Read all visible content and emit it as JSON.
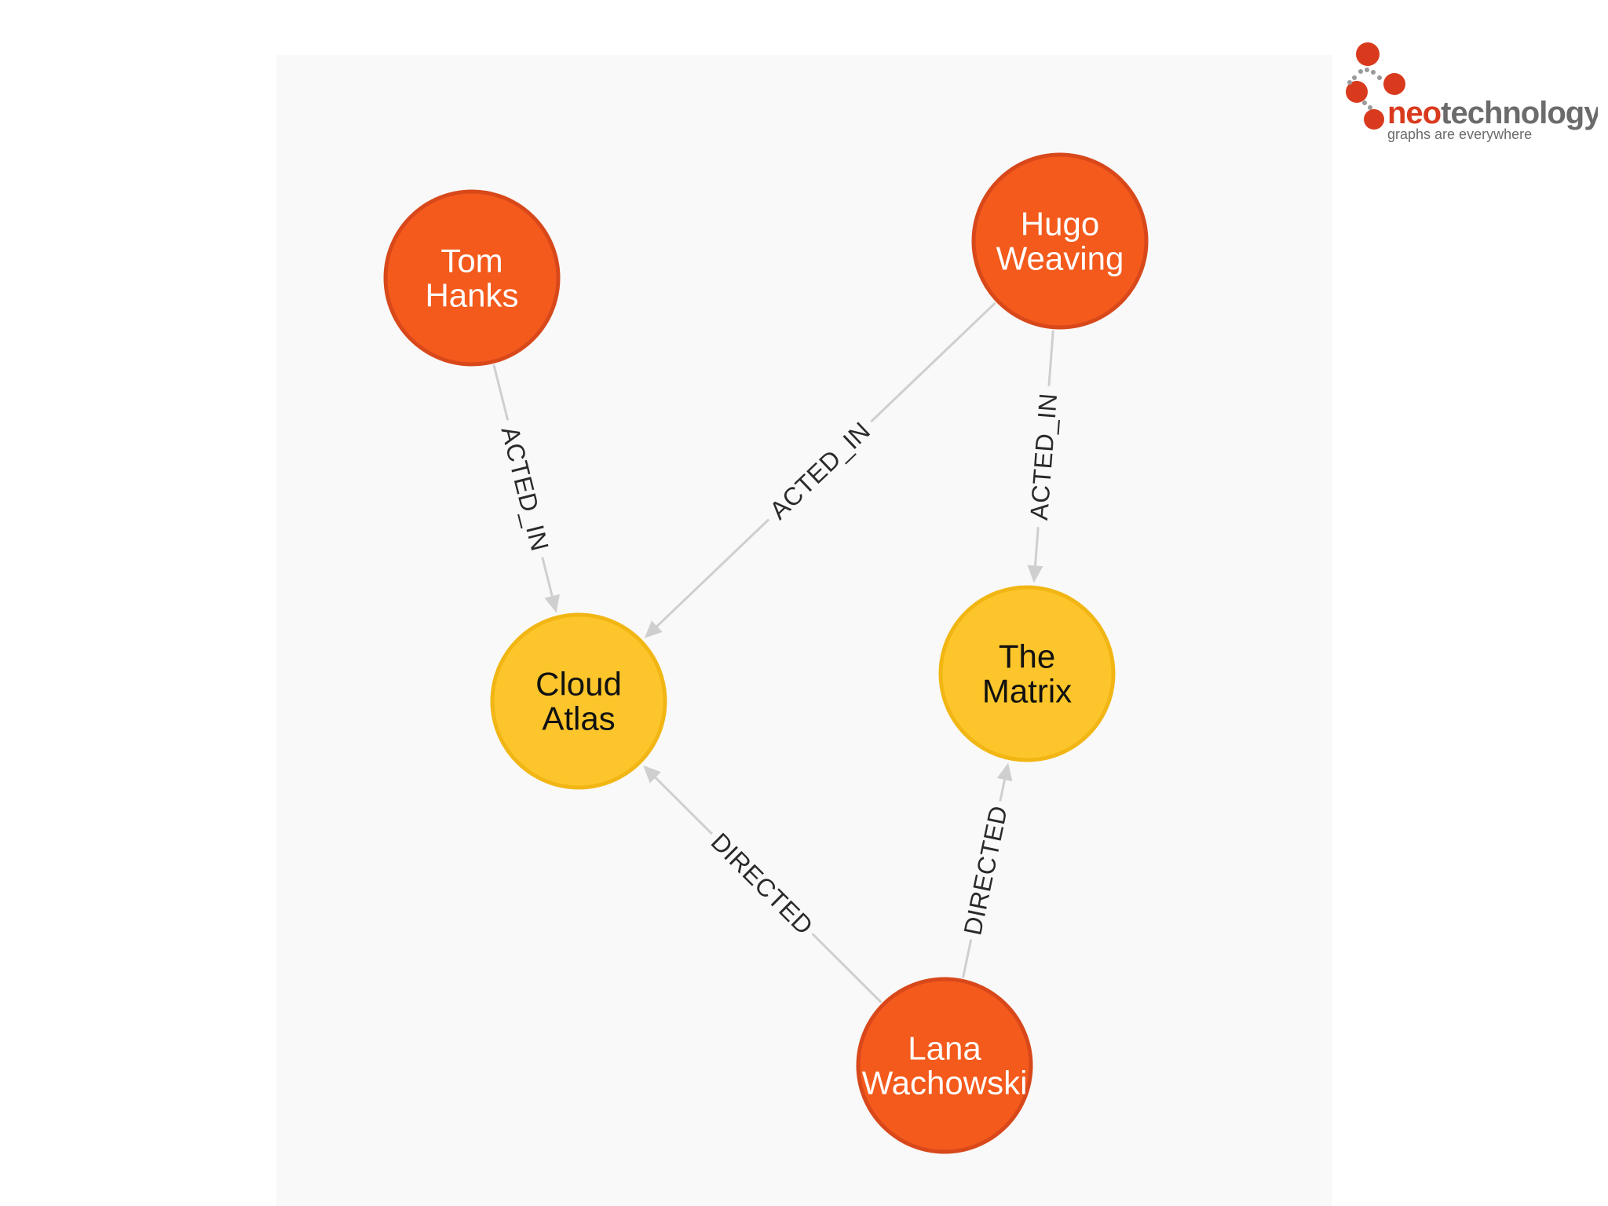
{
  "colors": {
    "canvas": "#f9f9f9",
    "person_fill": "#f35a1c",
    "person_stroke": "#d8481a",
    "person_text": "#ffffff",
    "movie_fill": "#fcc52b",
    "movie_stroke": "#f2b614",
    "movie_text": "#111111",
    "edge": "#cfcfcf",
    "logo_red": "#d93a1e",
    "logo_gray": "#6b6b6b"
  },
  "logo": {
    "word_red": "neo",
    "word_gray": "technology",
    "tagline": "graphs are everywhere"
  },
  "nodes": [
    {
      "id": "tom",
      "kind": "person",
      "lines": [
        "Tom",
        "Hanks"
      ]
    },
    {
      "id": "hugo",
      "kind": "person",
      "lines": [
        "Hugo",
        "Weaving"
      ]
    },
    {
      "id": "cloud",
      "kind": "movie",
      "lines": [
        "Cloud",
        "Atlas"
      ]
    },
    {
      "id": "matrix",
      "kind": "movie",
      "lines": [
        "The",
        "Matrix"
      ]
    },
    {
      "id": "lana",
      "kind": "person",
      "lines": [
        "Lana",
        "Wachowski"
      ]
    }
  ],
  "edges": [
    {
      "from": "tom",
      "to": "cloud",
      "label": "ACTED_IN"
    },
    {
      "from": "hugo",
      "to": "cloud",
      "label": "ACTED_IN"
    },
    {
      "from": "hugo",
      "to": "matrix",
      "label": "ACTED_IN"
    },
    {
      "from": "lana",
      "to": "cloud",
      "label": "DIRECTED"
    },
    {
      "from": "lana",
      "to": "matrix",
      "label": "DIRECTED"
    }
  ]
}
